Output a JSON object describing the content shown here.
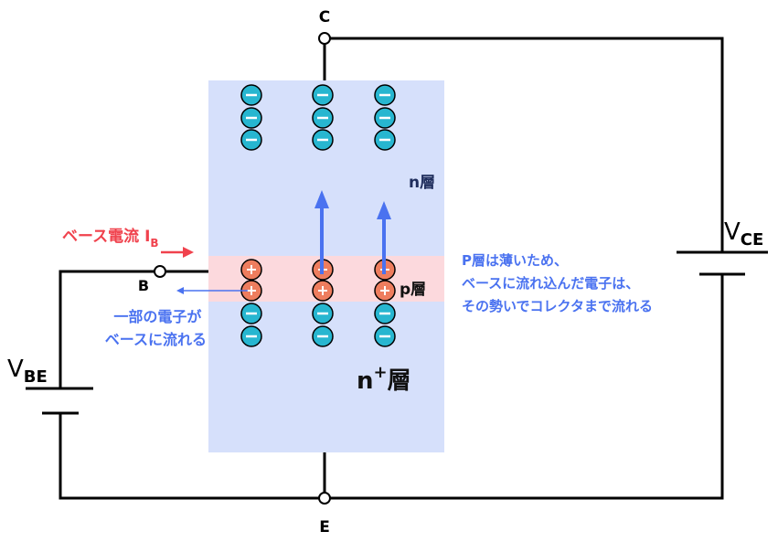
{
  "terminals": {
    "collector": "C",
    "base": "B",
    "emitter": "E"
  },
  "sources": {
    "vbe": {
      "main": "V",
      "sub": "BE"
    },
    "vce": {
      "main": "V",
      "sub": "CE"
    }
  },
  "base_current": {
    "main": "ベース電流 I",
    "sub": "B"
  },
  "layers": {
    "n": "n層",
    "p": "p層",
    "nplus": {
      "main": "n",
      "sup": "+",
      "suffix": "層"
    }
  },
  "notes": {
    "partial": [
      "一部の電子が",
      "ベースに流れる"
    ],
    "thin": [
      "P層は薄いため、",
      "ベースに流れ込んだ電子は、",
      "その勢いでコレクタまで流れる"
    ]
  },
  "carriers": {
    "electron_symbol": "−",
    "hole_symbol": "+"
  },
  "colors": {
    "n_region": "#d6e0fb",
    "p_region": "#fcd9dd",
    "electron": "#27b6d0",
    "hole": "#ee7d5e",
    "flow_arrow": "#4a72f0",
    "base_current": "#f0424d",
    "wire": "#000000",
    "layer_label": "#1f2d5c"
  }
}
